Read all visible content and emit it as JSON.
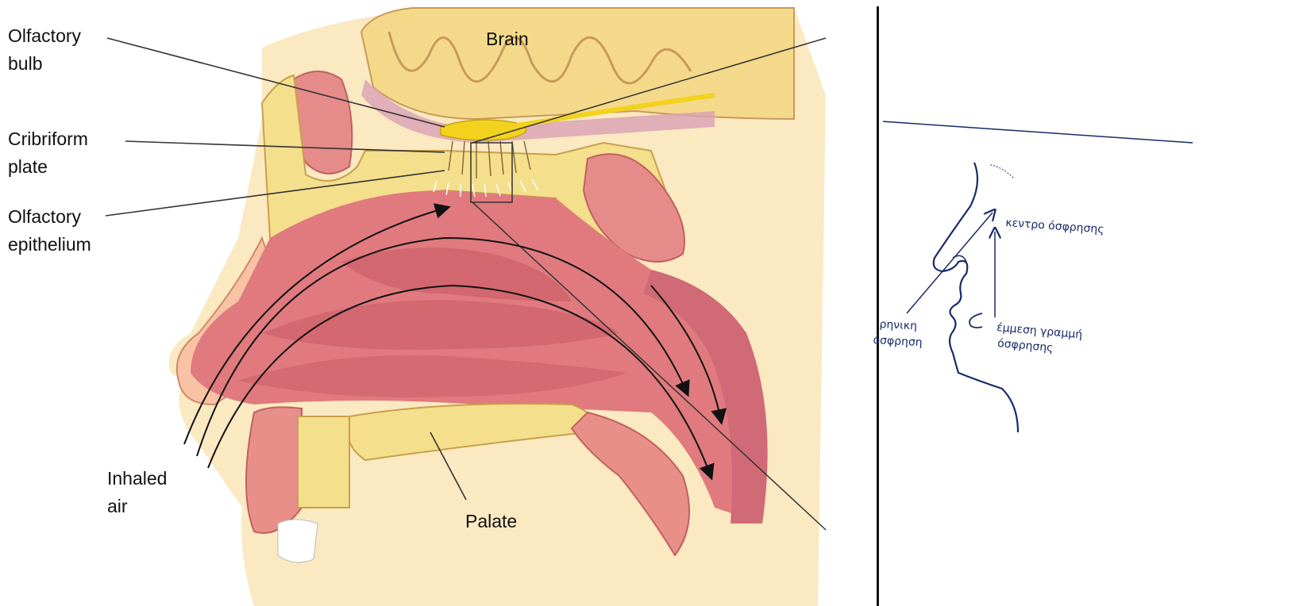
{
  "anatomy": {
    "labels": {
      "brain": "Brain",
      "olfactory_bulb_1": "Olfactory",
      "olfactory_bulb_2": "bulb",
      "cribriform_1": "Cribriform",
      "cribriform_2": "plate",
      "epithelium_1": "Olfactory",
      "epithelium_2": "epithelium",
      "inhaled_1": "Inhaled",
      "inhaled_2": "air",
      "palate": "Palate"
    },
    "colors": {
      "brain": "#f5d98a",
      "brain_outline": "#c89a5a",
      "bone": "#f3df8c",
      "bone_dots": "#c9a04a",
      "tissue": "#e07a7e",
      "tissue_dark": "#c85a66",
      "skin": "#f7c3a4",
      "bulb": "#f2d21c"
    }
  },
  "sketch": {
    "labels": {
      "center": "κεντρο όσφρησης",
      "nasal_1": "ρηνικη",
      "nasal_2": "όσφρηση",
      "indirect_1": "έμμεση γραμμή",
      "indirect_2": "όσφρησης"
    },
    "ink_color": "#1a2a6a"
  }
}
